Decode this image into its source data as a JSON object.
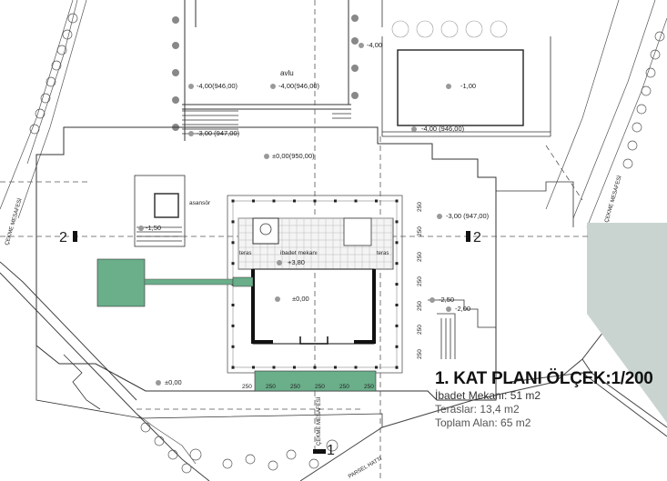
{
  "title": "1. KAT PLANI ÖLÇEK:1/200",
  "stats": {
    "ibadet": "İbadet Mekanı: 51 m2",
    "teraslar": "Teraslar: 13,4 m2",
    "toplam": "Toplam Alan: 65 m2"
  },
  "labels": {
    "avlu": "avlu",
    "avlu_level": "-4,00(946,00)",
    "left_court_level": "-4,00(946,00)",
    "stair_level_top": "-3,00 (947,00)",
    "top_right_small": "-4,00",
    "right_box_level": "-1,00",
    "right_box_below": "-4,00 (946,00)",
    "main_level": "±0,00(950,00)",
    "right_level": "-3,00 (947,00)",
    "asansor": "asansör",
    "stair_left_level": "-1,50",
    "teras_left": "teras",
    "teras_right": "teras",
    "ibadet_mekani": "ibadet mekanı",
    "ibadet_level": "+3,80",
    "center_level": "±0,00",
    "level_250": "-2,50",
    "level_200": "-2,00",
    "bottom_left_level": "±0,00",
    "cekme_left": "ÇEKME MESAFESİ",
    "cekme_right": "ÇEKME MESAFESİ",
    "cekme_bottom": "ÇEKME MESAFESİ",
    "parsel_hatti": "PARSEL HATTI",
    "section_2_left": "2",
    "section_2_right": "2",
    "section_1": "1",
    "dim_250": "250"
  },
  "colors": {
    "green": "#6aae8a",
    "gray_fill": "#c9d4d0",
    "line": "#333333"
  }
}
